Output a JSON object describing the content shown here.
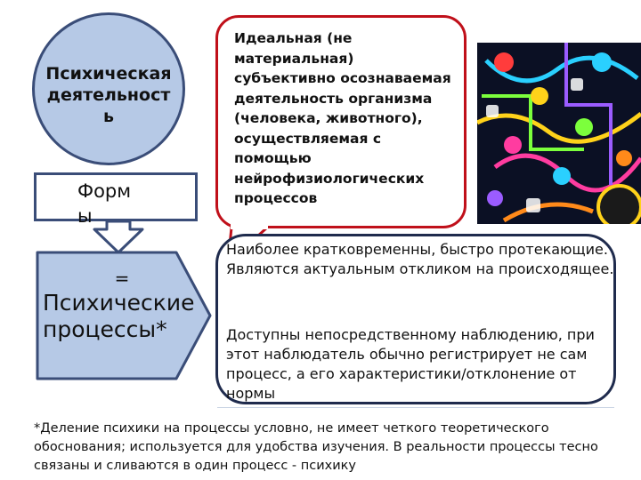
{
  "circle": {
    "text": "Психическая деятельность"
  },
  "bubble": {
    "text": "Идеальная (не материальная) субъективно осознаваемая деятельность организма (человека, животного), осуществляемая с помощью нейрофизиологических процессов"
  },
  "forms": {
    "text": "Формы"
  },
  "processes": {
    "eq": "=",
    "text": "Психические процессы*"
  },
  "description": {
    "paragraph1": "Наиболее кратковременны, быстро протекающие. Являются актуальным откликом на происходящее.",
    "paragraph2": "Доступны непосредственному наблюдению, при этот наблюдатель обычно регистрирует не сам процесс, а его характеристики/отклонение от нормы"
  },
  "footnote": {
    "text": "*Деление психики на процессы условно, не имеет четкого теоретического обоснования; используется для удобства изучения. В реальности процессы тесно связаны и сливаются в один процесс - психику"
  },
  "colors": {
    "circle_fill": "#b6c9e6",
    "border_navy": "#3a4d78",
    "bubble_border": "#c0101a"
  },
  "image": {
    "icon": "social-network-illustration"
  }
}
